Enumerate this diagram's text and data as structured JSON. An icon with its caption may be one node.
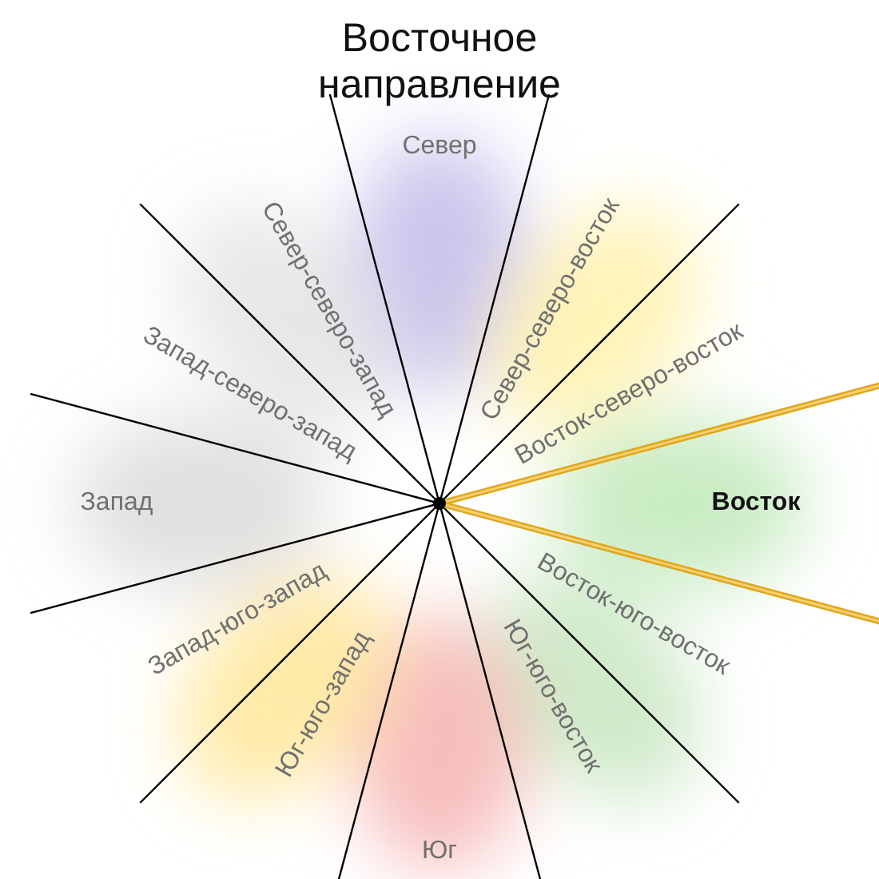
{
  "diagram": {
    "title": "Восточное направление",
    "labels": [
      "Север",
      "Север-северо-запад",
      "Север-северо-восток",
      "Восток-северо-восток",
      "Запад-северо-запад",
      "Запад",
      "Восток",
      "Запад-юго-запад",
      "Восток-юго-восток",
      "Юг-юго-восток",
      "Юг-юго-запад",
      "Юг"
    ]
  }
}
